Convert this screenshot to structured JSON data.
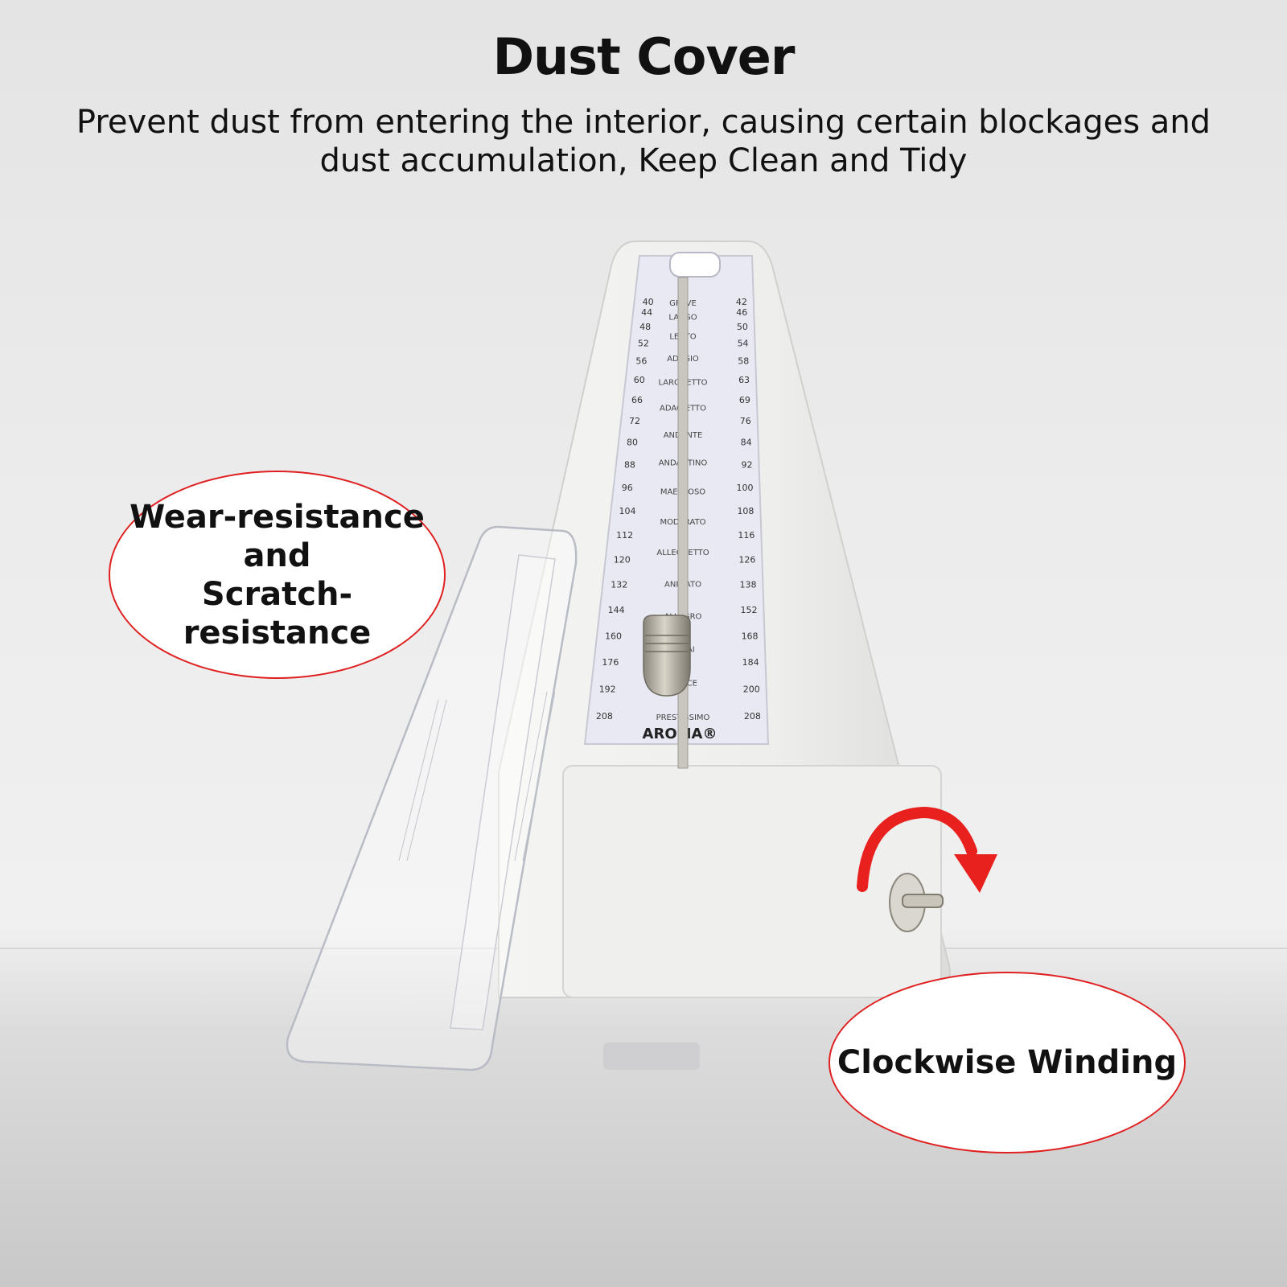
{
  "header": {
    "title": "Dust Cover",
    "description": "Prevent dust from entering the interior, causing certain blockages and dust accumulation, Keep Clean and Tidy"
  },
  "callouts": {
    "left": "Wear-resistance\nand\nScratch-resistance",
    "right": "Clockwise Winding"
  },
  "metronome": {
    "brand": "AROMA®",
    "scale_left": [
      "40",
      "44",
      "48",
      "52",
      "56",
      "60",
      "66",
      "72",
      "80",
      "88",
      "96",
      "104",
      "112",
      "120",
      "132",
      "144",
      "160",
      "176",
      "192",
      "208"
    ],
    "scale_right": [
      "42",
      "46",
      "50",
      "54",
      "58",
      "63",
      "69",
      "76",
      "84",
      "92",
      "100",
      "108",
      "116",
      "126",
      "138",
      "152",
      "168",
      "184",
      "200",
      "208"
    ],
    "tempo_terms": [
      "GRAVE",
      "LARGO",
      "LENTO",
      "ADAGIO",
      "LARGHETTO",
      "ADAGIETTO",
      "ANDANTE",
      "ANDANTINO",
      "MAESTOSO",
      "MODERATO",
      "ALLEGRETTO",
      "ANIMATO",
      "ALLEGRO",
      "ASSAI",
      "VIVACE",
      "PRESTISSIMO"
    ]
  },
  "colors": {
    "accent": "#e02020",
    "arrow": "#e8201e"
  }
}
